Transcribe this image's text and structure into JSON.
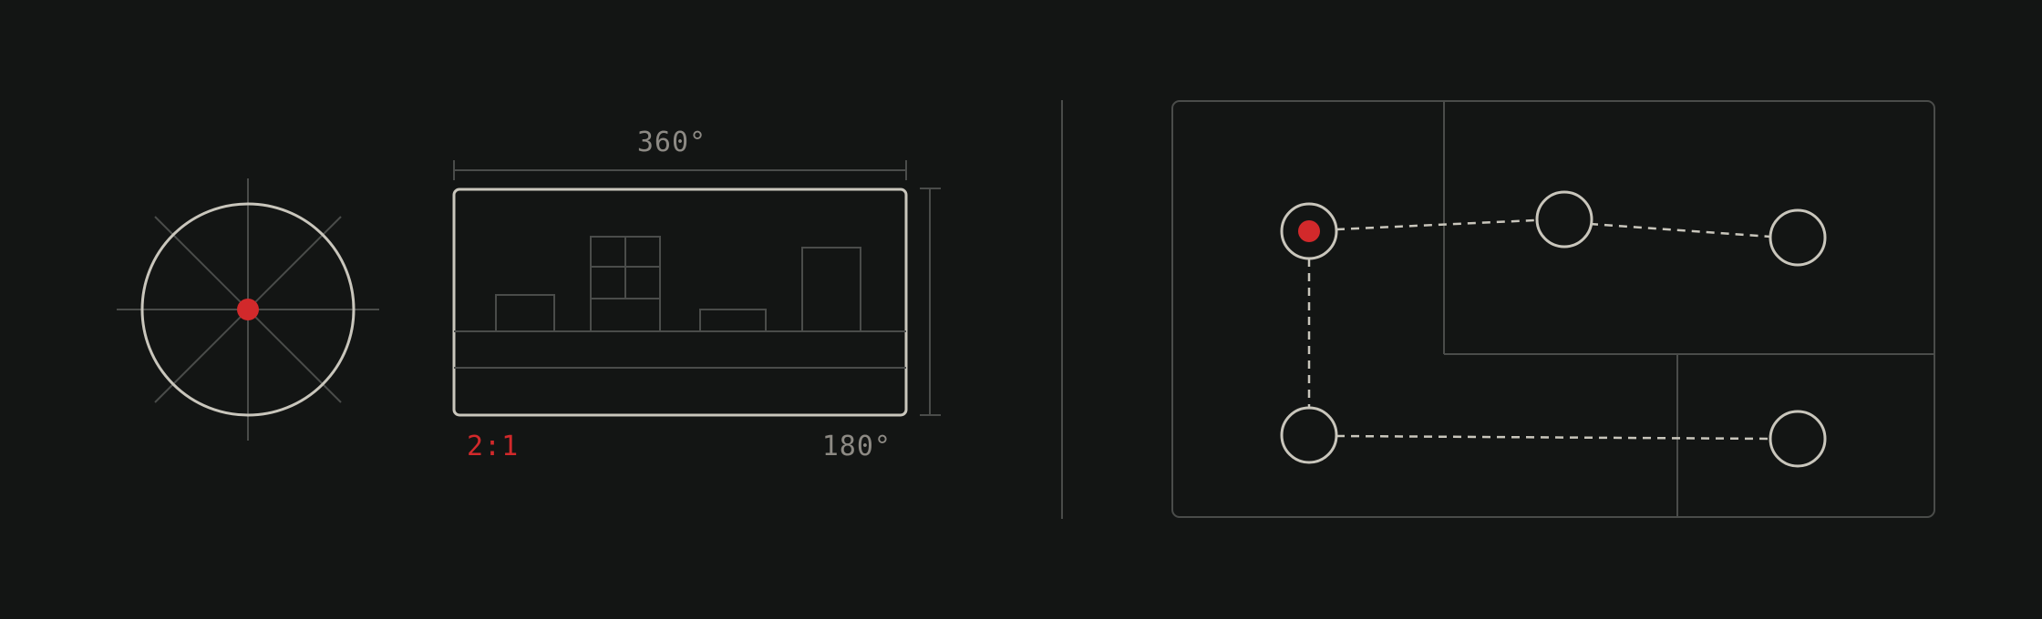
{
  "colors": {
    "background": "#131514",
    "outline_light": "#c9c6bc",
    "line_dim": "#4a4c4a",
    "accent_red": "#d2292b",
    "label_gray": "#8d8a84"
  },
  "equirect": {
    "width_label": "360°",
    "height_label": "180°",
    "ratio_label": "2:1"
  },
  "icons": {
    "sphere": "sphere-crosshair-icon",
    "panorama": "equirectangular-room-icon",
    "tour_map": "floorplan-tour-graph-icon"
  }
}
